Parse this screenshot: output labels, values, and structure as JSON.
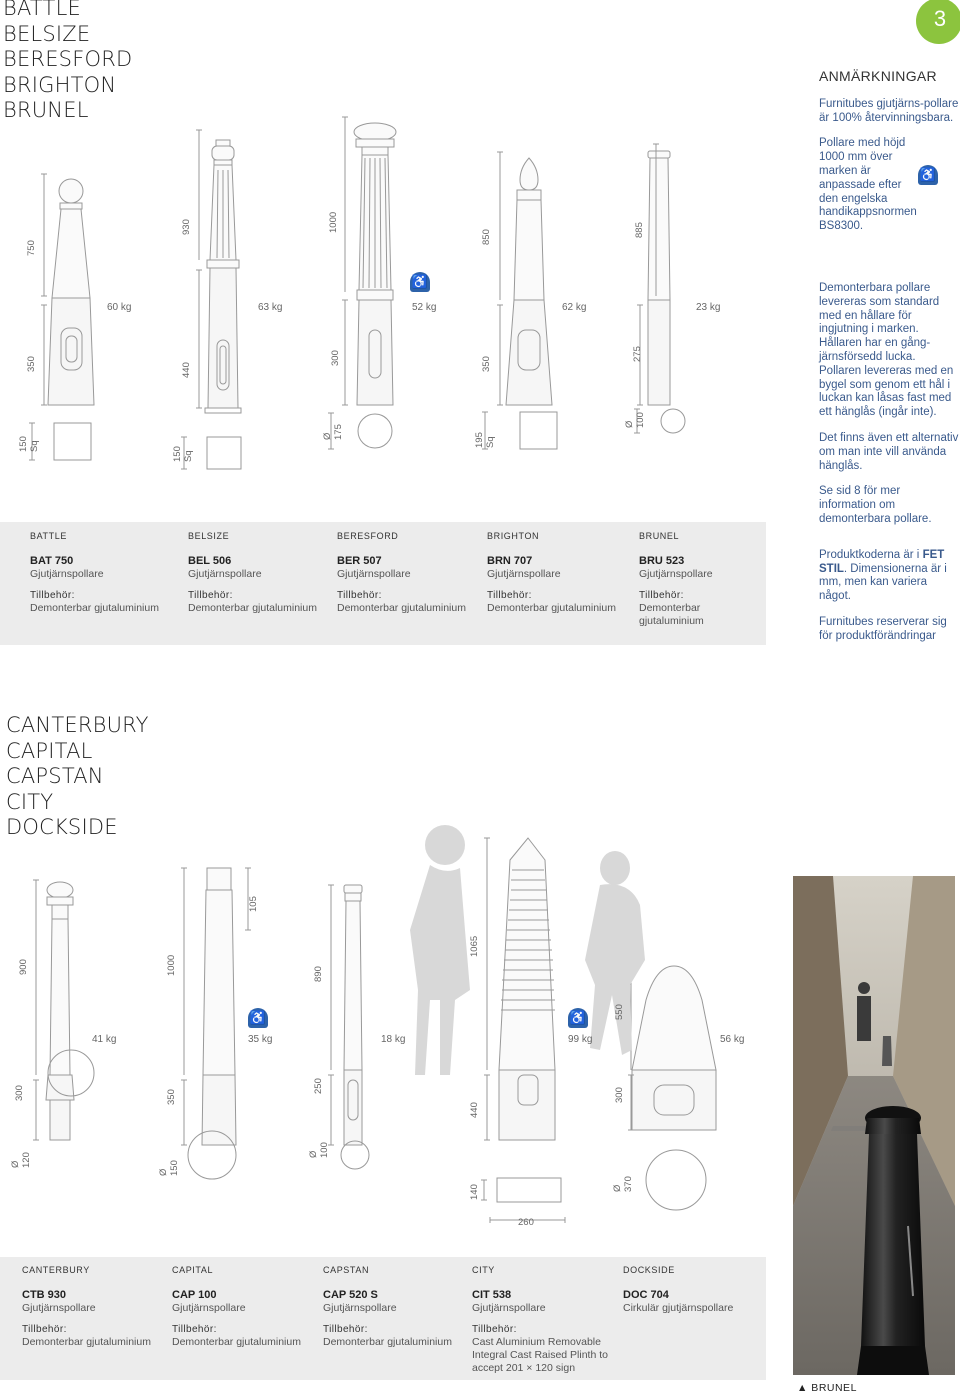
{
  "page": {
    "number": "3"
  },
  "titles_top": [
    "BATTLE",
    "BELSIZE",
    "BERESFORD",
    "BRIGHTON",
    "BRUNEL"
  ],
  "titles_bottom": [
    "CANTERBURY",
    "CAPITAL",
    "CAPSTAN",
    "CITY",
    "DOCKSIDE"
  ],
  "notes": {
    "heading": "ANMÄRKNINGAR",
    "p1": "Furnitubes gjutjärns-pollare är 100% återvinningsbara.",
    "p2": "Pollare med höjd 1000 mm över marken är anpassade efter den engelska handikappsnormen BS8300.",
    "p3": "Demonterbara pollare levereras som standard med en hållare för ingjutning i marken. Hållaren har en gång-järnsförsedd lucka. Pollaren levereras med en bygel som genom ett hål i luckan kan låsas fast med ett hänglås (ingår inte).",
    "p4": "Det finns även ett alternativ om man inte vill använda hänglås.",
    "p5": "Se sid 8 för mer information om demonterbara pollare.",
    "p6_a": "Produktkoderna är i ",
    "p6_bold": "FET STIL",
    "p6_b": ". Dimensionerna är i mm, men kan variera något.",
    "p7": "Furnitubes reserverar sig för produktförändringar"
  },
  "top_dims": {
    "heights": [
      "750",
      "930",
      "1000",
      "850",
      "885"
    ],
    "weights": [
      "60 kg",
      "63 kg",
      "52 kg",
      "62 kg",
      "23 kg"
    ],
    "base": [
      "350",
      "440",
      "300",
      "350",
      "275"
    ],
    "sq1": [
      "150",
      "Sq"
    ],
    "sq2": [
      "150",
      "Sq"
    ],
    "dia3": [
      "Ø",
      "175"
    ],
    "sq4": [
      "195",
      "Sq"
    ],
    "dia5": [
      "Ø",
      "100"
    ]
  },
  "top_products": [
    {
      "name": "BATTLE",
      "code": "BAT 750",
      "material": "Gjutjärnspollare",
      "acc_label": "Tillbehör:",
      "acc": "Demonterbar gjutaluminium"
    },
    {
      "name": "BELSIZE",
      "code": "BEL 506",
      "material": "Gjutjärnspollare",
      "acc_label": "Tillbehör:",
      "acc": "Demonterbar gjutaluminium"
    },
    {
      "name": "BERESFORD",
      "code": "BER 507",
      "material": "Gjutjärnspollare",
      "acc_label": "Tillbehör:",
      "acc": "Demonterbar gjutaluminium"
    },
    {
      "name": "BRIGHTON",
      "code": "BRN 707",
      "material": "Gjutjärnspollare",
      "acc_label": "Tillbehör:",
      "acc": "Demonterbar gjutaluminium"
    },
    {
      "name": "BRUNEL",
      "code": "BRU 523",
      "material": "Gjutjärnspollare",
      "acc_label": "Tillbehör:",
      "acc": "Demonterbar gjutaluminium"
    }
  ],
  "bottom_dims": {
    "heights": [
      "900",
      "1000",
      "105",
      "890",
      "1065",
      "550"
    ],
    "weights": [
      "41 kg",
      "35 kg",
      "18 kg",
      "99 kg",
      "56 kg"
    ],
    "base": [
      "300",
      "350",
      "250",
      "440",
      "300"
    ],
    "dia1": [
      "Ø",
      "120"
    ],
    "dia2": [
      "Ø",
      "150"
    ],
    "dia3": [
      "Ø",
      "100"
    ],
    "w4a": "140",
    "w4b": "260",
    "dia5": [
      "Ø",
      "370"
    ]
  },
  "bottom_products": [
    {
      "name": "CANTERBURY",
      "code": "CTB 930",
      "material": "Gjutjärnspollare",
      "acc_label": "Tillbehör:",
      "acc": "Demonterbar gjutaluminium"
    },
    {
      "name": "CAPITAL",
      "code": "CAP 100",
      "material": "Gjutjärnspollare",
      "acc_label": "Tillbehör:",
      "acc": "Demonterbar gjutaluminium"
    },
    {
      "name": "CAPSTAN",
      "code": "CAP 520 S",
      "material": "Gjutjärnspollare",
      "acc_label": "Tillbehör:",
      "acc": "Demonterbar gjutaluminium"
    },
    {
      "name": "CITY",
      "code": "CIT 538",
      "material": "Gjutjärnspollare",
      "acc_label": "Tillbehör:",
      "acc": "Cast Aluminium Removable Integral Cast Raised Plinth to accept 201 × 120 sign"
    },
    {
      "name": "DOCKSIDE",
      "code": "DOC 704",
      "material": "Cirkulär gjutjärnspollare",
      "acc_label": "",
      "acc": ""
    }
  ],
  "photo_caption": "▲ BRUNEL",
  "colors": {
    "accent_green": "#8cc43e",
    "panel_grey": "#ececec",
    "notes_blue": "#3a5a8c",
    "icon_blue": "#2d62a9"
  },
  "icons": [
    "wheelchair-icon"
  ]
}
